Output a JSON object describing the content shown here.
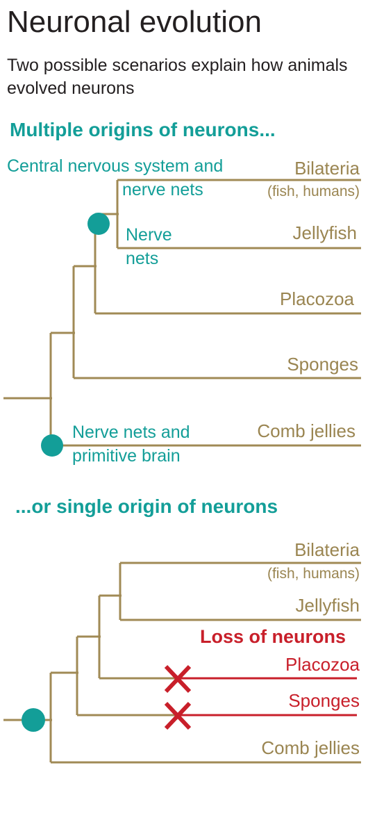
{
  "title": "Neuronal evolution",
  "subtitle": "Two possible scenarios explain how animals evolved neurons",
  "colors": {
    "branch": "#a08a55",
    "teal": "#139e98",
    "loss": "#c81f2a",
    "text": "#231f20"
  },
  "scenario1": {
    "heading": "Multiple origins of neurons...",
    "leaves": {
      "bilateria": "Bilateria",
      "bilateria_sub": "(fish, humans)",
      "jellyfish": "Jellyfish",
      "placozoa": "Placozoa",
      "sponges": "Sponges",
      "comb": "Comb jellies"
    },
    "annotations": {
      "cns_line1": "Central nervous system and",
      "cns_line2": "nerve nets",
      "nerve_line1": "Nerve",
      "nerve_line2": "nets",
      "comb_line1": "Nerve nets and",
      "comb_line2": "primitive brain"
    }
  },
  "scenario2": {
    "heading": "...or single origin of neurons",
    "leaves": {
      "bilateria": "Bilateria",
      "bilateria_sub": "(fish, humans)",
      "jellyfish": "Jellyfish",
      "placozoa": "Placozoa",
      "sponges": "Sponges",
      "comb": "Comb jellies"
    },
    "loss_label": "Loss of neurons"
  }
}
